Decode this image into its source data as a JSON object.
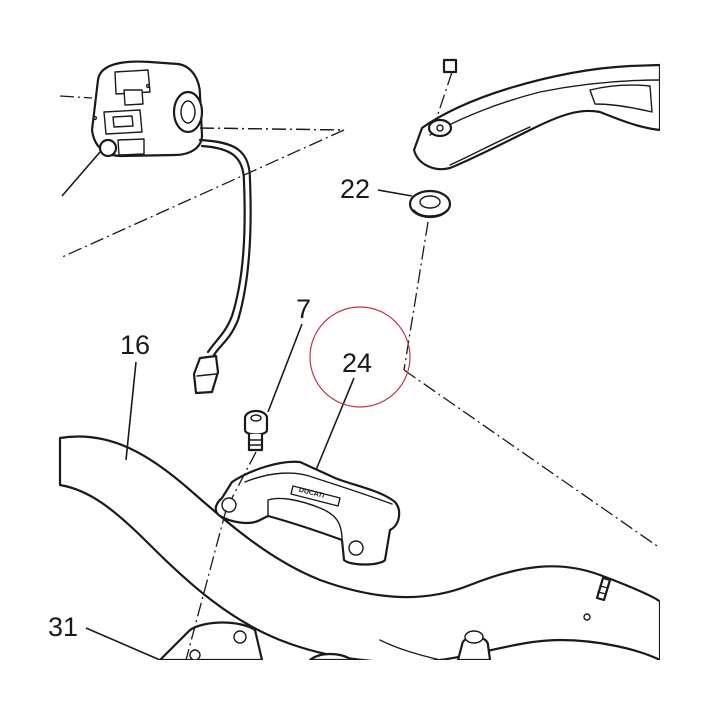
{
  "callouts": {
    "c22": "22",
    "c7": "7",
    "c16": "16",
    "c24": "24",
    "c31": "31"
  },
  "embossed_text": "DUCATI",
  "highlight": {
    "target": "24",
    "color": "#c0344a"
  },
  "ink_color": "#1a1a1a"
}
